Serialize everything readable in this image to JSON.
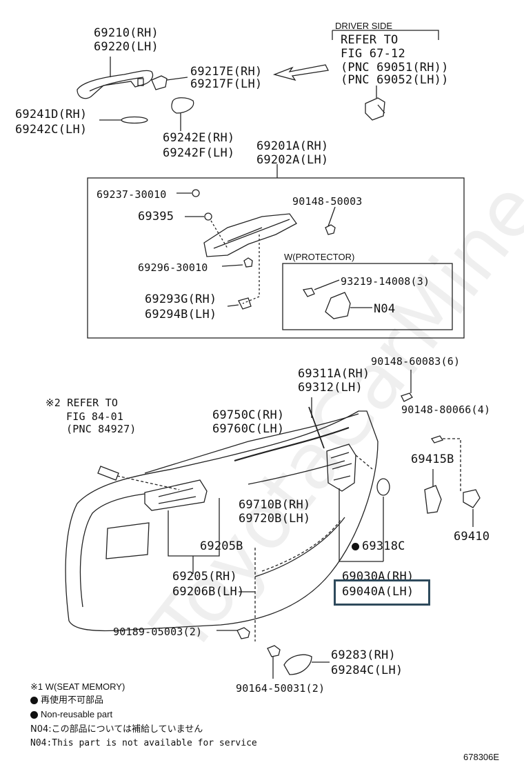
{
  "watermark": "ToyotaCarMine.ru",
  "driver_side": {
    "header": "DRIVER SIDE",
    "refer": "REFER TO",
    "fig": "FIG 67-12",
    "pnc_rh": "(PNC 69051(RH))",
    "pnc_lh": "(PNC 69052(LH))"
  },
  "labels": {
    "p69210": "69210(RH)",
    "p69220": "69220(LH)",
    "p69217E": "69217E(RH)",
    "p69217F": "69217F(LH)",
    "p69241D": "69241D(RH)",
    "p69242C": "69242C(LH)",
    "p69242E": "69242E(RH)",
    "p69242F": "69242F(LH)",
    "p69201A": "69201A(RH)",
    "p69202A": "69202A(LH)",
    "p69237": "69237-30010",
    "p90148_50003": "90148-50003",
    "p69395": "69395",
    "p69296": "69296-30010",
    "protector": "W(PROTECTOR)",
    "p93219": "93219-14008(3)",
    "n04": "N04",
    "p69293G": "69293G(RH)",
    "p69294B": "69294B(LH)",
    "p90148_60083": "90148-60083(6)",
    "p69311A": "69311A(RH)",
    "p69312": "69312(LH)",
    "ref2_a": "※2 REFER TO",
    "ref2_b": "FIG 84-01",
    "ref2_c": "(PNC 84927)",
    "p69750C": "69750C(RH)",
    "p69760C": "69760C(LH)",
    "p90148_80066": "90148-80066(4)",
    "p69415B": "69415B",
    "p69710B": "69710B(RH)",
    "p69720B": "69720B(LH)",
    "p69318C": "69318C",
    "p69410": "69410",
    "p69205B": "69205B",
    "p69205": "69205(RH)",
    "p69206B": "69206B(LH)",
    "p69030A": "69030A(RH)",
    "p69040A": "69040A(LH)",
    "p90189": "90189-05003(2)",
    "p69283": "69283(RH)",
    "p69284C": "69284C(LH)",
    "p90164": "90164-50031(2)"
  },
  "notes": {
    "seat_memory": "※1 W(SEAT MEMORY)",
    "nonreuse_jp": "再使用不可部品",
    "nonreuse_en": "Non-reusable part",
    "n04_jp": "N04:この部品については補給していません",
    "n04_en": "N04:This part is not available for service"
  },
  "figure_id": "678306E"
}
